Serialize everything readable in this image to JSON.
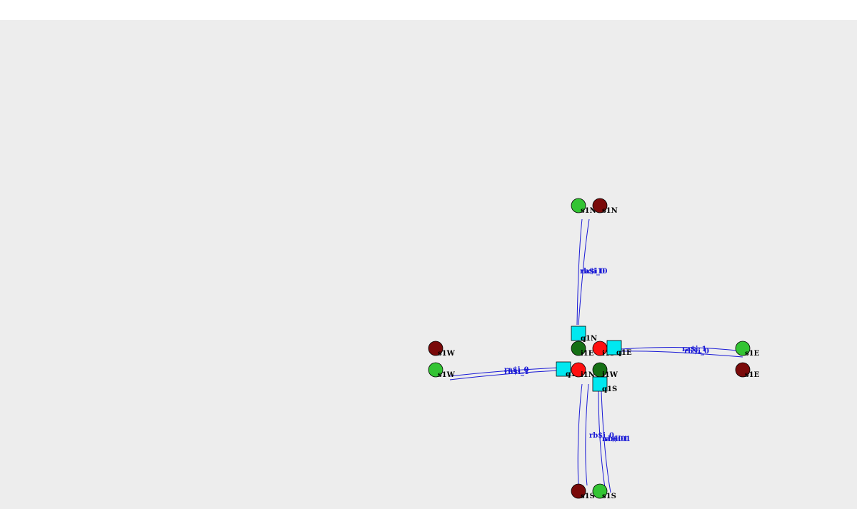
{
  "colors": {
    "background": "#ededed",
    "edge": "#1a1ad6",
    "edge_label": "#1a1ad6",
    "queue_fill": "#00e8f0",
    "light_green": "#33c433",
    "dark_green": "#157015",
    "dark_red": "#7a0a0a",
    "red": "#ff1010"
  },
  "nodes": [
    {
      "id": "s1N",
      "shape": "circle",
      "color": "light_green",
      "label": "s1N"
    },
    {
      "id": "k1N",
      "shape": "circle",
      "color": "dark_red",
      "label": "s1N"
    },
    {
      "id": "q1N",
      "shape": "square",
      "color": "queue_fill",
      "label": "q1N"
    },
    {
      "id": "c_E",
      "shape": "circle",
      "color": "dark_green",
      "label": "i1E"
    },
    {
      "id": "c_S",
      "shape": "circle",
      "color": "red",
      "label": "i1S"
    },
    {
      "id": "q1E",
      "shape": "square",
      "color": "queue_fill",
      "label": "q1E"
    },
    {
      "id": "s1E",
      "shape": "circle",
      "color": "light_green",
      "label": "s1E"
    },
    {
      "id": "k1E",
      "shape": "circle",
      "color": "dark_red",
      "label": "s1E"
    },
    {
      "id": "k1W",
      "shape": "circle",
      "color": "dark_red",
      "label": "s1W"
    },
    {
      "id": "s1W",
      "shape": "circle",
      "color": "light_green",
      "label": "s1W"
    },
    {
      "id": "q1W",
      "shape": "square",
      "color": "queue_fill",
      "label": "q1W"
    },
    {
      "id": "c_N",
      "shape": "circle",
      "color": "red",
      "label": "i1N"
    },
    {
      "id": "c_W",
      "shape": "circle",
      "color": "dark_green",
      "label": "i1W"
    },
    {
      "id": "q1S",
      "shape": "square",
      "color": "queue_fill",
      "label": "q1S"
    },
    {
      "id": "k1S",
      "shape": "circle",
      "color": "dark_red",
      "label": "s1S"
    },
    {
      "id": "s1S",
      "shape": "circle",
      "color": "light_green",
      "label": "s1S"
    }
  ],
  "edge_labels": {
    "north_a": "rb$i_0",
    "north_b": "ra$i10",
    "east_a": "ra$i_1",
    "east_b": "rb$i_0",
    "west_a": "ra$i_0",
    "west_b": "rb$i_1",
    "south_a": "rb$i_0",
    "south_b": "ra$i01",
    "south_c": "rb$i01"
  }
}
